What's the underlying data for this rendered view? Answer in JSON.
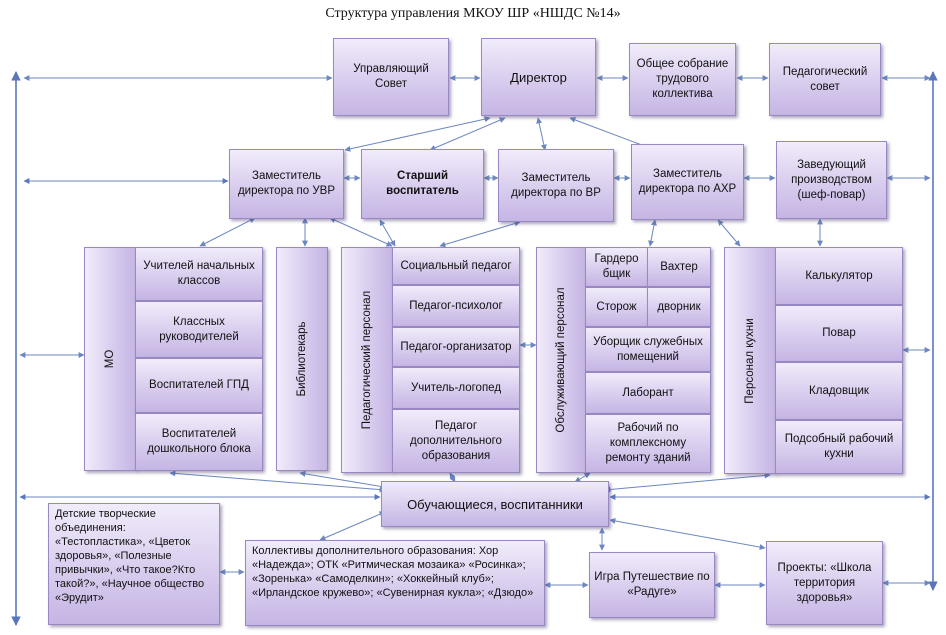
{
  "title": "Структура управления  МКОУ ШР «НШДС №14»",
  "top": {
    "council": "Управляющий Совет",
    "director": "Директор",
    "assembly": "Общее собрание трудового коллектива",
    "ped_council": "Педагогический совет"
  },
  "deputies": {
    "uvr": "Заместитель директора по УВР",
    "senior": "Старший воспитатель",
    "vr": "Заместитель директора по ВР",
    "ahr": "Заместитель директора по АХР",
    "chef": "Заведующий производством (шеф-повар)"
  },
  "mo": {
    "label": "МО",
    "items": [
      "Учителей начальных классов",
      "Классных руководителей",
      "Воспитателей ГПД",
      "Воспитателей дошкольного блока"
    ]
  },
  "librarian": "Библиотекарь",
  "ped_staff": {
    "label": "Педагогический персонал",
    "items": [
      "Социальный педагог",
      "Педагог-психолог",
      "Педагог-организатор",
      "Учитель-логопед",
      "Педагог дополнительного образования"
    ]
  },
  "service": {
    "label": "Обслуживающий  персонал",
    "cloak": "Гардеро бщик",
    "guard": "Вахтер",
    "watchman": "Сторож",
    "janitor": "дворник",
    "cleaner": "Уборщик служебных помещений",
    "lab": "Лаборант",
    "worker": "Рабочий по комплексному ремонту зданий"
  },
  "kitchen": {
    "label": "Персонал кухни",
    "items": [
      "Калькулятор",
      "Повар",
      "Кладовщик",
      "Подсобный рабочий кухни"
    ]
  },
  "students": "Обучающиеся, воспитанники",
  "bottom": {
    "creative": "Детские творческие объединения: «Тестопластика», «Цветок здоровья», «Полезные привычки», «Что такое?Кто такой?», «Научное общество «Эрудит»",
    "collectives": "Коллективы дополнительного образования:  Хор «Надежда»; ОТК «Ритмическая мозаика» «Росинка»;  «Зоренька» «Самоделкин»; «Хоккейный клуб»; «Ирландское кружево»; «Сувенирная кукла»; «Дзюдо»",
    "game": "Игра Путешествие по «Радуге»",
    "projects": "Проекты: «Школа территория здоровья»"
  }
}
